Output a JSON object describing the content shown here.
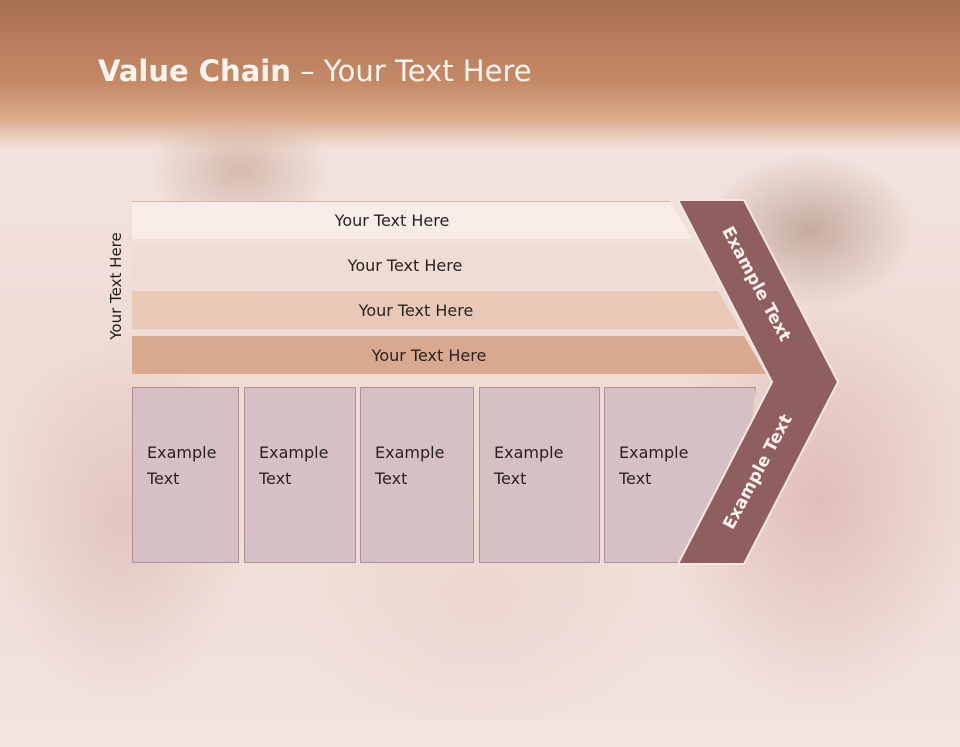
{
  "slide": {
    "title_bold": "Value Chain",
    "title_rest": " – Your Text Here",
    "side_label": "Your Text Here"
  },
  "bars": [
    {
      "label": "Your Text Here"
    },
    {
      "label": "Your Text Here"
    },
    {
      "label": "Your Text Here"
    },
    {
      "label": "Your Text Here"
    }
  ],
  "boxes": [
    {
      "line1": "Example",
      "line2": "Text"
    },
    {
      "line1": "Example",
      "line2": "Text"
    },
    {
      "line1": "Example",
      "line2": "Text"
    },
    {
      "line1": "Example",
      "line2": "Text"
    },
    {
      "line1": "Example",
      "line2": "Text"
    }
  ],
  "chevron": {
    "upper_label": "Example Text",
    "lower_label": "Example Text"
  },
  "colors": {
    "header": "#c48a68",
    "chevron_fill": "#8f5e5f",
    "box_fill": "#d7c0c3"
  }
}
